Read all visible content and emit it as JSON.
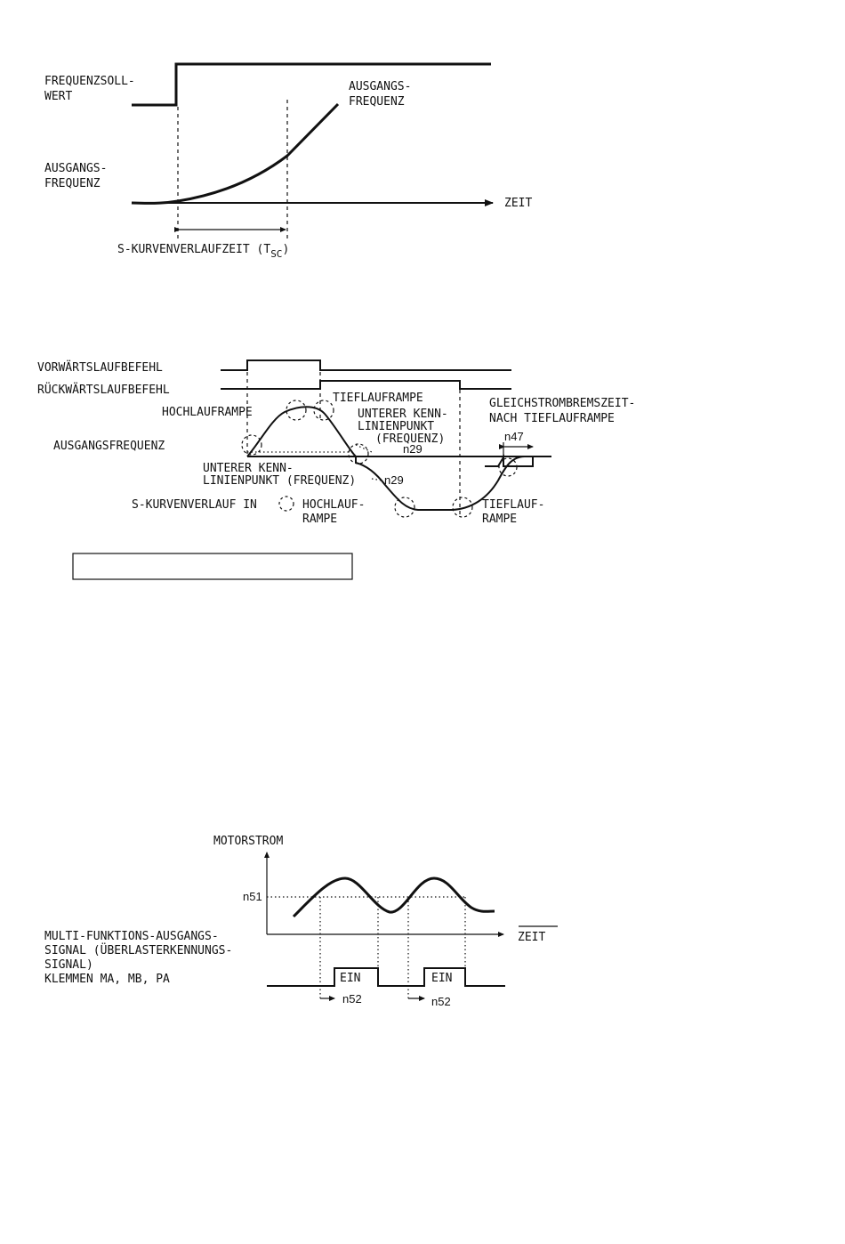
{
  "diagram1": {
    "setpoint_label_line1": "FREQUENZSOLL-",
    "setpoint_label_line2": "WERT",
    "output_label_line1": "AUSGANGS-",
    "output_label_line2": "FREQUENZ",
    "curve_label_line1": "AUSGANGS-",
    "curve_label_line2": "FREQUENZ",
    "time_label": "ZEIT",
    "s_curve_time_label": "S-KURVENVERLAUFZEIT (T",
    "s_curve_time_sub": "SC",
    "s_curve_time_close": ")"
  },
  "diagram2": {
    "forward_cmd": "VORWÄRTSLAUFBEFEHL",
    "reverse_cmd": "RÜCKWÄRTSLAUFBEFEHL",
    "output_freq": "AUSGANGSFREQUENZ",
    "accel_ramp": "HOCHLAUFRAMPE",
    "decel_ramp": "TIEFLAUFRAMPE",
    "min_point_top_line1": "UNTERER KENN-",
    "min_point_top_line2": "LINIENPUNKT",
    "min_point_top_line3": "(FREQUENZ)",
    "n29_top": "n29",
    "dc_brake_line1": "GLEICHSTROMBREMSZEIT-",
    "dc_brake_line2": "NACH TIEFLAUFRAMPE",
    "n47": "n47",
    "min_point_bottom_line1": "UNTERER KENN-",
    "min_point_bottom_line2": "LINIENPUNKT (FREQUENZ)",
    "n29_bottom": "n29",
    "s_curve_in": "S-KURVENVERLAUF IN",
    "accel_ramp_line1": "HOCHLAUF-",
    "accel_ramp_line2": "RAMPE",
    "decel_ramp_line1": "TIEFLAUF-",
    "decel_ramp_line2": "RAMPE"
  },
  "diagram3": {
    "motor_current": "MOTORSTROM",
    "n51": "n51",
    "time_label": "ZEIT",
    "signal_line1": "MULTI-FUNKTIONS-AUSGANGS-",
    "signal_line2": "SIGNAL (ÜBERLASTERKENNUNGS-",
    "signal_line3": "SIGNAL)",
    "signal_line4": "KLEMMEN MA, MB, PA",
    "on1": "EIN",
    "on2": "EIN",
    "n52_1": "n52",
    "n52_2": "n52"
  }
}
